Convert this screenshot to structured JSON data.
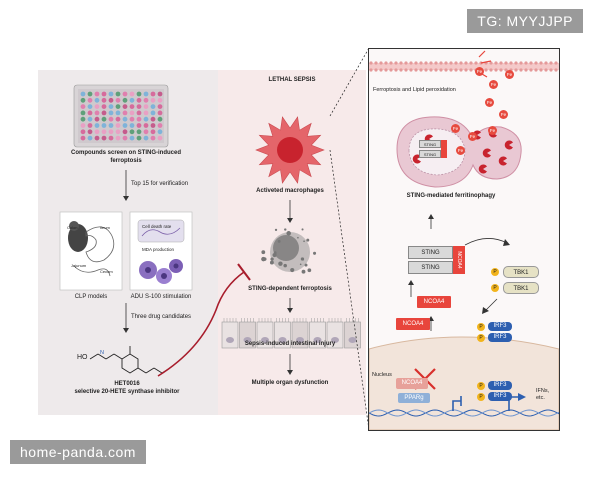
{
  "watermarks": {
    "top": "TG: MYYJJPP",
    "bottom": "home-panda.com"
  },
  "left_panel": {
    "screen_caption_line1": "Compounds screen on STING-induced",
    "screen_caption_line2": "ferroptosis",
    "verification": "Top 15  for verification",
    "clp_organs": [
      "Colon",
      "Ileum",
      "Jejunum",
      "Cecum"
    ],
    "cell_death": "Cell death rate",
    "mda": "MDA production",
    "clp_models": "CLP models",
    "adu_stimulation": "ADU S-100 stimulation",
    "candidates": "Three drug candidates",
    "molecule_label": "HO",
    "molecule_atom": "N",
    "drug_name": "HET0016",
    "drug_desc": "selective 20-HETE synthase inhibitor"
  },
  "middle_panel": {
    "lethal_sepsis": "LETHAL SEPSIS",
    "macrophages": "Activeted macrophages",
    "sting_ferroptosis": "STING-dependent ferroptosis",
    "intestinal_injury": "Sepsis-induced intestinal injury",
    "organ_dysfunction": "Multiple organ dysfunction"
  },
  "right_panel": {
    "lipid_peroxidation": "Ferroptosis and Lipid peroxidation",
    "fe": "Fe",
    "ferritinophagy": "STING-mediated ferritinophagy",
    "sting": "STING",
    "ncoa4": "NCOA4",
    "tbk1": "TBK1",
    "irf3": "IRF3",
    "p": "P",
    "nucleus": "Nucleus",
    "pparg": "PPARg",
    "ifns_line1": "IFNs,",
    "ifns_line2": "etc."
  },
  "colors": {
    "inhibit": "#a81d2c",
    "sting_red": "#e8453c",
    "irf_blue": "#2d5fb0",
    "p_yellow": "#f2b41c"
  }
}
